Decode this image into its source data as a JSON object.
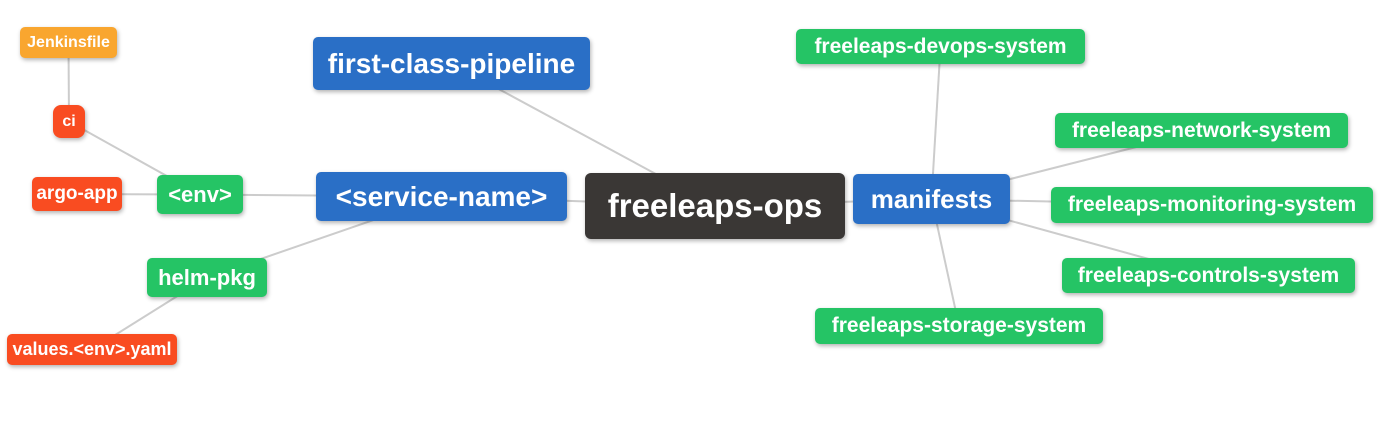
{
  "palette": {
    "blue": "#2a6fc6",
    "green": "#25c465",
    "red": "#f94c21",
    "orange": "#f9a62f",
    "dark": "#3a3735",
    "line": "#cccccc",
    "text": "#ffffff",
    "background": "#ffffff"
  },
  "nodes": {
    "root": {
      "label": "freeleaps-ops",
      "color": "#3a3735"
    },
    "pipeline": {
      "label": "first-class-pipeline",
      "color": "#2a6fc6"
    },
    "service": {
      "label": "<service-name>",
      "color": "#2a6fc6"
    },
    "manifests": {
      "label": "manifests",
      "color": "#2a6fc6"
    },
    "env": {
      "label": "<env>",
      "color": "#25c465"
    },
    "helm_pkg": {
      "label": "helm-pkg",
      "color": "#25c465"
    },
    "ci": {
      "label": "ci",
      "color": "#f94c21"
    },
    "argo_app": {
      "label": "argo-app",
      "color": "#f94c21"
    },
    "jenkinsfile": {
      "label": "Jenkinsfile",
      "color": "#f9a62f"
    },
    "values_yaml": {
      "label": "values.<env>.yaml",
      "color": "#f94c21"
    },
    "devops": {
      "label": "freeleaps-devops-system",
      "color": "#25c465"
    },
    "network": {
      "label": "freeleaps-network-system",
      "color": "#25c465"
    },
    "monitoring": {
      "label": "freeleaps-monitoring-system",
      "color": "#25c465"
    },
    "controls": {
      "label": "freeleaps-controls-system",
      "color": "#25c465"
    },
    "storage": {
      "label": "freeleaps-storage-system",
      "color": "#25c465"
    }
  },
  "edges": [
    [
      "jenkinsfile",
      "ci"
    ],
    [
      "ci",
      "env"
    ],
    [
      "argo_app",
      "env"
    ],
    [
      "env",
      "service"
    ],
    [
      "helm_pkg",
      "service"
    ],
    [
      "values_yaml",
      "helm_pkg"
    ],
    [
      "service",
      "root"
    ],
    [
      "pipeline",
      "root"
    ],
    [
      "manifests",
      "root"
    ],
    [
      "devops",
      "manifests"
    ],
    [
      "network",
      "manifests"
    ],
    [
      "monitoring",
      "manifests"
    ],
    [
      "controls",
      "manifests"
    ],
    [
      "storage",
      "manifests"
    ]
  ]
}
